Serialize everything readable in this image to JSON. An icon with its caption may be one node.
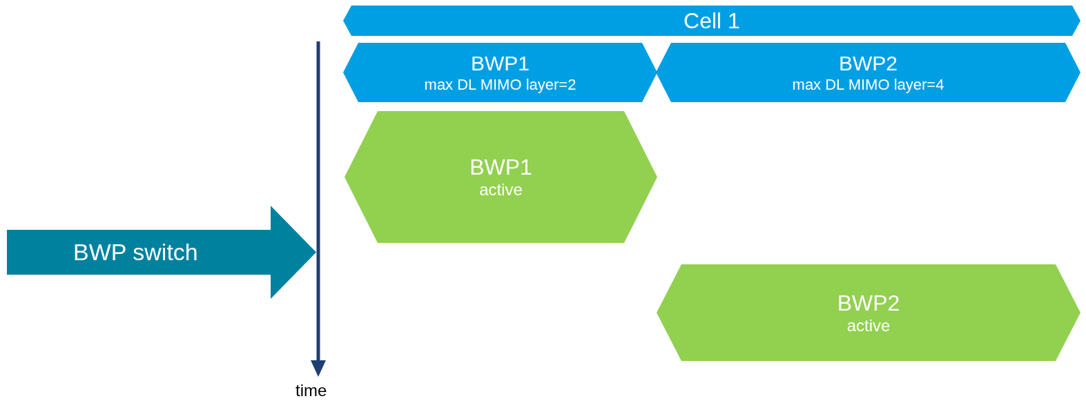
{
  "diagram": {
    "nodes": [
      {
        "text": [
          "Cell 1"
        ]
      },
      {
        "text": [
          "BWP1",
          "max DL MIMO layer=2"
        ]
      },
      {
        "text": [
          "BWP2",
          "max DL MIMO layer=4"
        ]
      },
      {
        "text": [
          "BWP1",
          "active"
        ]
      },
      {
        "text": [
          "BWP2",
          "active"
        ]
      },
      {
        "text": [
          "BWP switch"
        ]
      }
    ],
    "labels": [
      "time"
    ]
  }
}
